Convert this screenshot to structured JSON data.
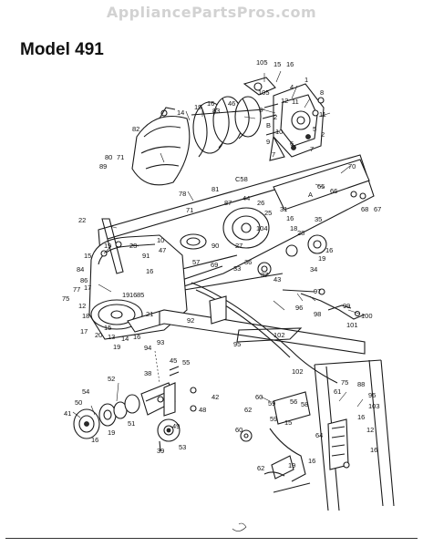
{
  "header": {
    "watermark": "AppliancePartsPros.com",
    "title": "Model 491"
  },
  "callouts": [
    {
      "text": "105"
    },
    {
      "text": "15"
    },
    {
      "text": "16"
    },
    {
      "text": "1"
    },
    {
      "text": "105"
    },
    {
      "text": "4"
    },
    {
      "text": "12"
    },
    {
      "text": "8"
    },
    {
      "text": "11"
    },
    {
      "text": "3"
    },
    {
      "text": "2"
    },
    {
      "text": "B"
    },
    {
      "text": "10"
    },
    {
      "text": "11"
    },
    {
      "text": "5"
    },
    {
      "text": "9"
    },
    {
      "text": "6"
    },
    {
      "text": "7"
    },
    {
      "text": "7"
    },
    {
      "text": "2"
    },
    {
      "text": "14"
    },
    {
      "text": "19"
    },
    {
      "text": "16"
    },
    {
      "text": "83"
    },
    {
      "text": "46"
    },
    {
      "text": "82"
    },
    {
      "text": "80"
    },
    {
      "text": "71"
    },
    {
      "text": "89"
    },
    {
      "text": "81"
    },
    {
      "text": "C58"
    },
    {
      "text": "78"
    },
    {
      "text": "71"
    },
    {
      "text": "70"
    },
    {
      "text": "65"
    },
    {
      "text": "66"
    },
    {
      "text": "A"
    },
    {
      "text": "68"
    },
    {
      "text": "67"
    },
    {
      "text": "87"
    },
    {
      "text": "44"
    },
    {
      "text": "26"
    },
    {
      "text": "31"
    },
    {
      "text": "16"
    },
    {
      "text": "25"
    },
    {
      "text": "18"
    },
    {
      "text": "104"
    },
    {
      "text": "28"
    },
    {
      "text": "35"
    },
    {
      "text": "22"
    },
    {
      "text": "10"
    },
    {
      "text": "90"
    },
    {
      "text": "27"
    },
    {
      "text": "19"
    },
    {
      "text": "23"
    },
    {
      "text": "15"
    },
    {
      "text": "47"
    },
    {
      "text": "91"
    },
    {
      "text": "57"
    },
    {
      "text": "69"
    },
    {
      "text": "36"
    },
    {
      "text": "33"
    },
    {
      "text": "16"
    },
    {
      "text": "19"
    },
    {
      "text": "34"
    },
    {
      "text": "84"
    },
    {
      "text": "86"
    },
    {
      "text": "16"
    },
    {
      "text": "37"
    },
    {
      "text": "43"
    },
    {
      "text": "17"
    },
    {
      "text": "77"
    },
    {
      "text": "75"
    },
    {
      "text": "19"
    },
    {
      "text": "16"
    },
    {
      "text": "85"
    },
    {
      "text": "97"
    },
    {
      "text": "12"
    },
    {
      "text": "18"
    },
    {
      "text": "92"
    },
    {
      "text": "96"
    },
    {
      "text": "99"
    },
    {
      "text": "98"
    },
    {
      "text": "100"
    },
    {
      "text": "101"
    },
    {
      "text": "17"
    },
    {
      "text": "20"
    },
    {
      "text": "15"
    },
    {
      "text": "13"
    },
    {
      "text": "21"
    },
    {
      "text": "19"
    },
    {
      "text": "14"
    },
    {
      "text": "16"
    },
    {
      "text": "94"
    },
    {
      "text": "93"
    },
    {
      "text": "95"
    },
    {
      "text": "102"
    },
    {
      "text": "102"
    },
    {
      "text": "45"
    },
    {
      "text": "55"
    },
    {
      "text": "38"
    },
    {
      "text": "42"
    },
    {
      "text": "52"
    },
    {
      "text": "54"
    },
    {
      "text": "48"
    },
    {
      "text": "50"
    },
    {
      "text": "41"
    },
    {
      "text": "51"
    },
    {
      "text": "19"
    },
    {
      "text": "16"
    },
    {
      "text": "49"
    },
    {
      "text": "39"
    },
    {
      "text": "53"
    },
    {
      "text": "75"
    },
    {
      "text": "88"
    },
    {
      "text": "96"
    },
    {
      "text": "103"
    },
    {
      "text": "60"
    },
    {
      "text": "61"
    },
    {
      "text": "62"
    },
    {
      "text": "59"
    },
    {
      "text": "56"
    },
    {
      "text": "58"
    },
    {
      "text": "16"
    },
    {
      "text": "12"
    },
    {
      "text": "60"
    },
    {
      "text": "59"
    },
    {
      "text": "15"
    },
    {
      "text": "64"
    },
    {
      "text": "19"
    },
    {
      "text": "16"
    },
    {
      "text": "62"
    },
    {
      "text": "16"
    }
  ]
}
